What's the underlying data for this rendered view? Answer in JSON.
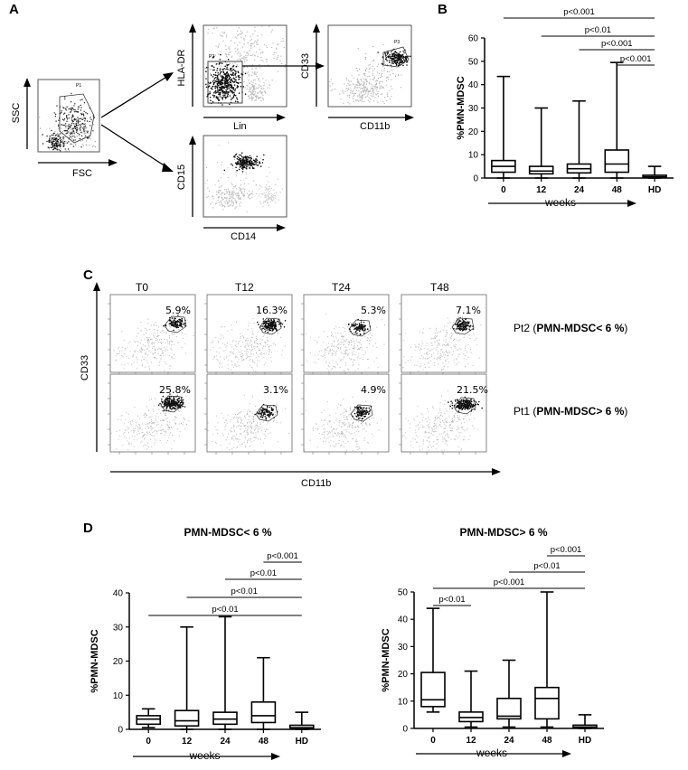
{
  "panels": {
    "A": {
      "letter": "A",
      "fsc_ssc": {
        "x": "FSC",
        "y": "SSC",
        "gate": "P1"
      },
      "lin_hla": {
        "x": "Lin",
        "y": "HLA-DR",
        "gate": "P2"
      },
      "cd11b_cd33": {
        "x": "CD11b",
        "y": "CD33",
        "gate": "P3"
      },
      "cd14_cd15": {
        "x": "CD14",
        "y": "CD15"
      }
    },
    "B": {
      "letter": "B"
    },
    "C": {
      "letter": "C",
      "y_axis": "CD33",
      "x_axis": "CD11b",
      "timepoints": [
        "T0",
        "T12",
        "T24",
        "T48"
      ],
      "rows": [
        {
          "label": "Pt2 (",
          "label_bold": "PMN-MDSC< 6 %",
          "label_end": ")",
          "percents": [
            "5.9%",
            "16.3%",
            "5.3%",
            "7.1%"
          ]
        },
        {
          "label": "Pt1 (",
          "label_bold": "PMN-MDSC> 6 %",
          "label_end": ")",
          "percents": [
            "25.8%",
            "3.1%",
            "4.9%",
            "21.5%"
          ]
        }
      ]
    },
    "D": {
      "letter": "D"
    }
  },
  "chart_data": [
    {
      "id": "B",
      "type": "box",
      "title": "",
      "ylabel": "%PMN-MDSC",
      "xlabel": "weeks",
      "categories": [
        "0",
        "12",
        "24",
        "48",
        "HD"
      ],
      "ylim": [
        0,
        60
      ],
      "yticks": [
        0,
        10,
        20,
        30,
        40,
        50,
        60
      ],
      "boxes": [
        {
          "min": 0,
          "q1": 2.5,
          "median": 5,
          "q3": 7.5,
          "max": 43.5
        },
        {
          "min": 0,
          "q1": 1.8,
          "median": 3,
          "q3": 5,
          "max": 30
        },
        {
          "min": 0,
          "q1": 2.2,
          "median": 4,
          "q3": 6,
          "max": 33
        },
        {
          "min": 0,
          "q1": 2.5,
          "median": 6,
          "q3": 12,
          "max": 49.5
        },
        {
          "min": 0,
          "q1": 0.2,
          "median": 0.5,
          "q3": 1.2,
          "max": 5
        }
      ],
      "significance": [
        {
          "from": "0",
          "to": "HD",
          "label": "p<0.001"
        },
        {
          "from": "12",
          "to": "HD",
          "label": "p<0.01"
        },
        {
          "from": "24",
          "to": "HD",
          "label": "p<0.001"
        },
        {
          "from": "48",
          "to": "HD",
          "label": "p<0.001"
        }
      ]
    },
    {
      "id": "D1",
      "type": "box",
      "title": "PMN-MDSC< 6 %",
      "ylabel": "%PMN-MDSC",
      "xlabel": "weeks",
      "categories": [
        "0",
        "12",
        "24",
        "48",
        "HD"
      ],
      "ylim": [
        0,
        40
      ],
      "yticks": [
        0,
        10,
        20,
        30,
        40
      ],
      "boxes": [
        {
          "min": 0.5,
          "q1": 1.5,
          "median": 3,
          "q3": 4,
          "max": 6
        },
        {
          "min": 0,
          "q1": 1,
          "median": 2.5,
          "q3": 5.5,
          "max": 30
        },
        {
          "min": 0,
          "q1": 1.5,
          "median": 3,
          "q3": 5,
          "max": 33
        },
        {
          "min": 0,
          "q1": 2,
          "median": 4,
          "q3": 8,
          "max": 21
        },
        {
          "min": 0,
          "q1": 0.2,
          "median": 0.5,
          "q3": 1.2,
          "max": 5
        }
      ],
      "significance": [
        {
          "from": "0",
          "to": "HD",
          "label": "p<0.01"
        },
        {
          "from": "12",
          "to": "HD",
          "label": "p<0.01"
        },
        {
          "from": "24",
          "to": "HD",
          "label": "p<0.01"
        },
        {
          "from": "48",
          "to": "HD",
          "label": "p<0.001"
        }
      ]
    },
    {
      "id": "D2",
      "type": "box",
      "title": "PMN-MDSC> 6 %",
      "ylabel": "%PMN-MDSC",
      "xlabel": "weeks",
      "categories": [
        "0",
        "12",
        "24",
        "48",
        "HD"
      ],
      "ylim": [
        0,
        50
      ],
      "yticks": [
        0,
        10,
        20,
        30,
        40,
        50
      ],
      "boxes": [
        {
          "min": 6,
          "q1": 8,
          "median": 10.5,
          "q3": 20.5,
          "max": 44
        },
        {
          "min": 0.5,
          "q1": 2.5,
          "median": 4,
          "q3": 6,
          "max": 21
        },
        {
          "min": 0.5,
          "q1": 3.5,
          "median": 4.5,
          "q3": 11,
          "max": 25
        },
        {
          "min": 0.5,
          "q1": 3.5,
          "median": 11,
          "q3": 15,
          "max": 50
        },
        {
          "min": 0,
          "q1": 0.2,
          "median": 0.5,
          "q3": 1.2,
          "max": 5
        }
      ],
      "significance": [
        {
          "from": "0",
          "to": "12",
          "label": "p<0.01"
        },
        {
          "from": "0",
          "to": "HD",
          "label": "p<0.001"
        },
        {
          "from": "24",
          "to": "HD",
          "label": "p<0.01"
        },
        {
          "from": "48",
          "to": "HD",
          "label": "p<0.001"
        }
      ]
    }
  ]
}
